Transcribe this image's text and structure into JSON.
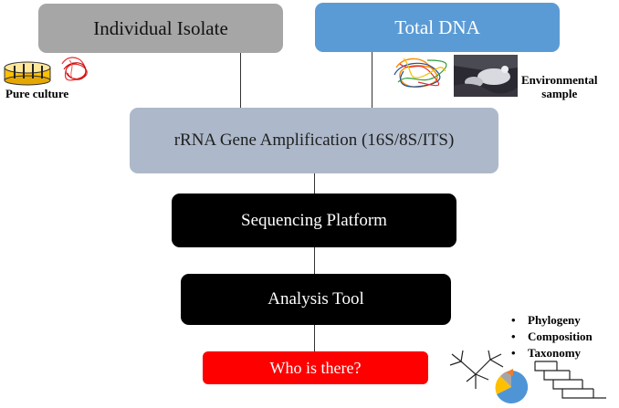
{
  "nodes": {
    "individual_isolate": "Individual Isolate",
    "total_dna": "Total DNA",
    "rrna_amplification": "rRNA Gene Amplification (16S/8S/ITS)",
    "sequencing_platform": "Sequencing Platform",
    "analysis_tool": "Analysis Tool",
    "who_is_there": "Who is there?"
  },
  "labels": {
    "pure_culture": "Pure culture",
    "environmental_sample_line1": "Environmental",
    "environmental_sample_line2": "sample"
  },
  "outcomes": [
    "Phylogeny",
    "Composition",
    "Taxonomy"
  ],
  "icons": {
    "petri_dish": "petri-dish-icon",
    "dna_tangle": "dna-strand-icon",
    "environment_photo": "environment-photo-icon",
    "tree": "phylogenetic-tree-icon",
    "pie": "pie-chart-icon",
    "bars": "taxonomy-ladder-icon"
  },
  "colors": {
    "isolate_box": "#a6a6a6",
    "total_dna_box": "#5b9bd5",
    "rrna_box": "#adb9ca",
    "dark_box": "#000000",
    "result_box": "#ff0000"
  }
}
